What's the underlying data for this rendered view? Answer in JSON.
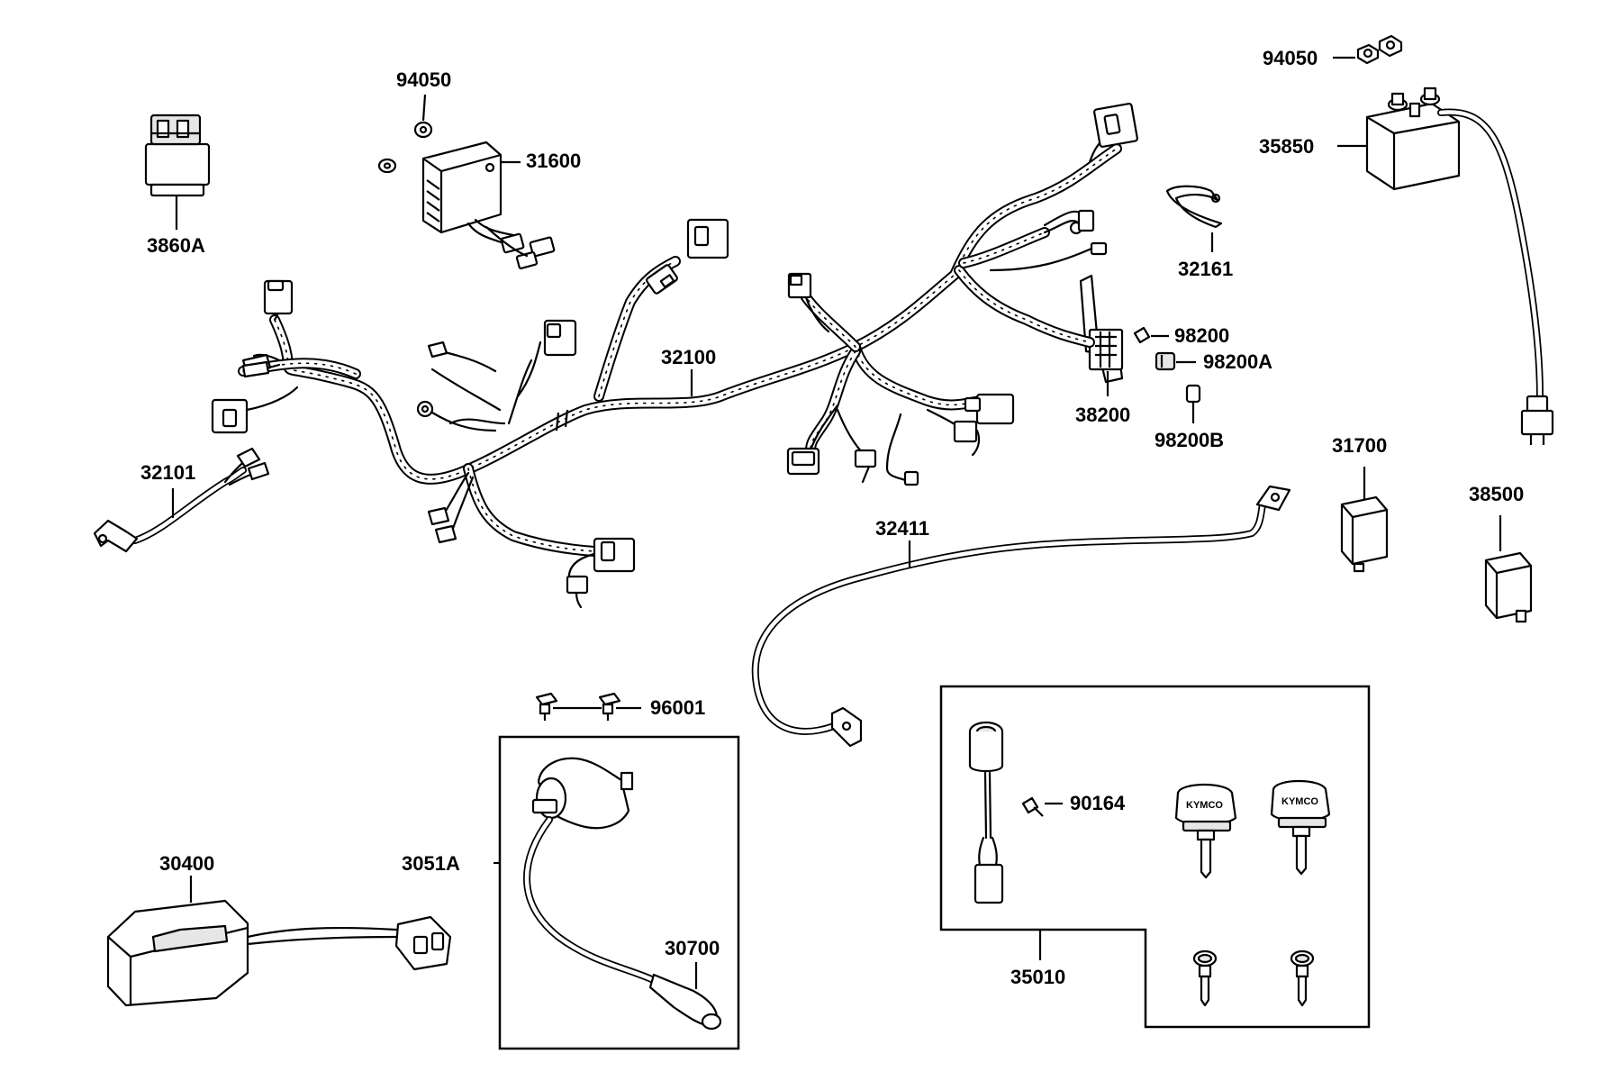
{
  "parts": {
    "p3860A": "3860A",
    "p94050_left": "94050",
    "p31600": "31600",
    "p94050_right": "94050",
    "p35850": "35850",
    "p32161": "32161",
    "p98200": "98200",
    "p98200A": "98200A",
    "p98200B": "98200B",
    "p38200": "38200",
    "p32100": "32100",
    "p32101": "32101",
    "p31700": "31700",
    "p38500": "38500",
    "p32411": "32411",
    "p96001": "96001",
    "p3051A": "3051A",
    "p30400": "30400",
    "p30700": "30700",
    "p90164": "90164",
    "p35010": "35010"
  },
  "key_brand": "KYMCO"
}
